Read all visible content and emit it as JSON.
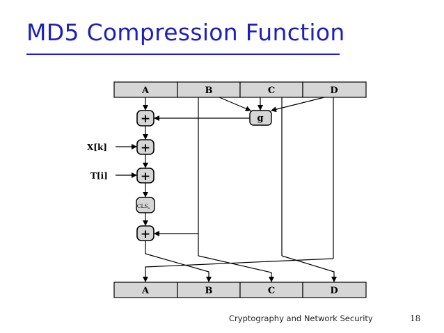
{
  "title": "MD5 Compression Function",
  "input_registers": [
    "A",
    "B",
    "C",
    "D"
  ],
  "output_registers": [
    "A",
    "B",
    "C",
    "D"
  ],
  "function_label": "g",
  "inputs": {
    "x_label": "X[k]",
    "t_label": "T[i]"
  },
  "shift_label": "CLS",
  "shift_subscript": "s",
  "adder_symbol": "+",
  "footer": {
    "text": "Cryptography and Network Security",
    "page": "18"
  },
  "colors": {
    "title": "#1f1fb8",
    "register_fill": "#d6d6d6"
  }
}
